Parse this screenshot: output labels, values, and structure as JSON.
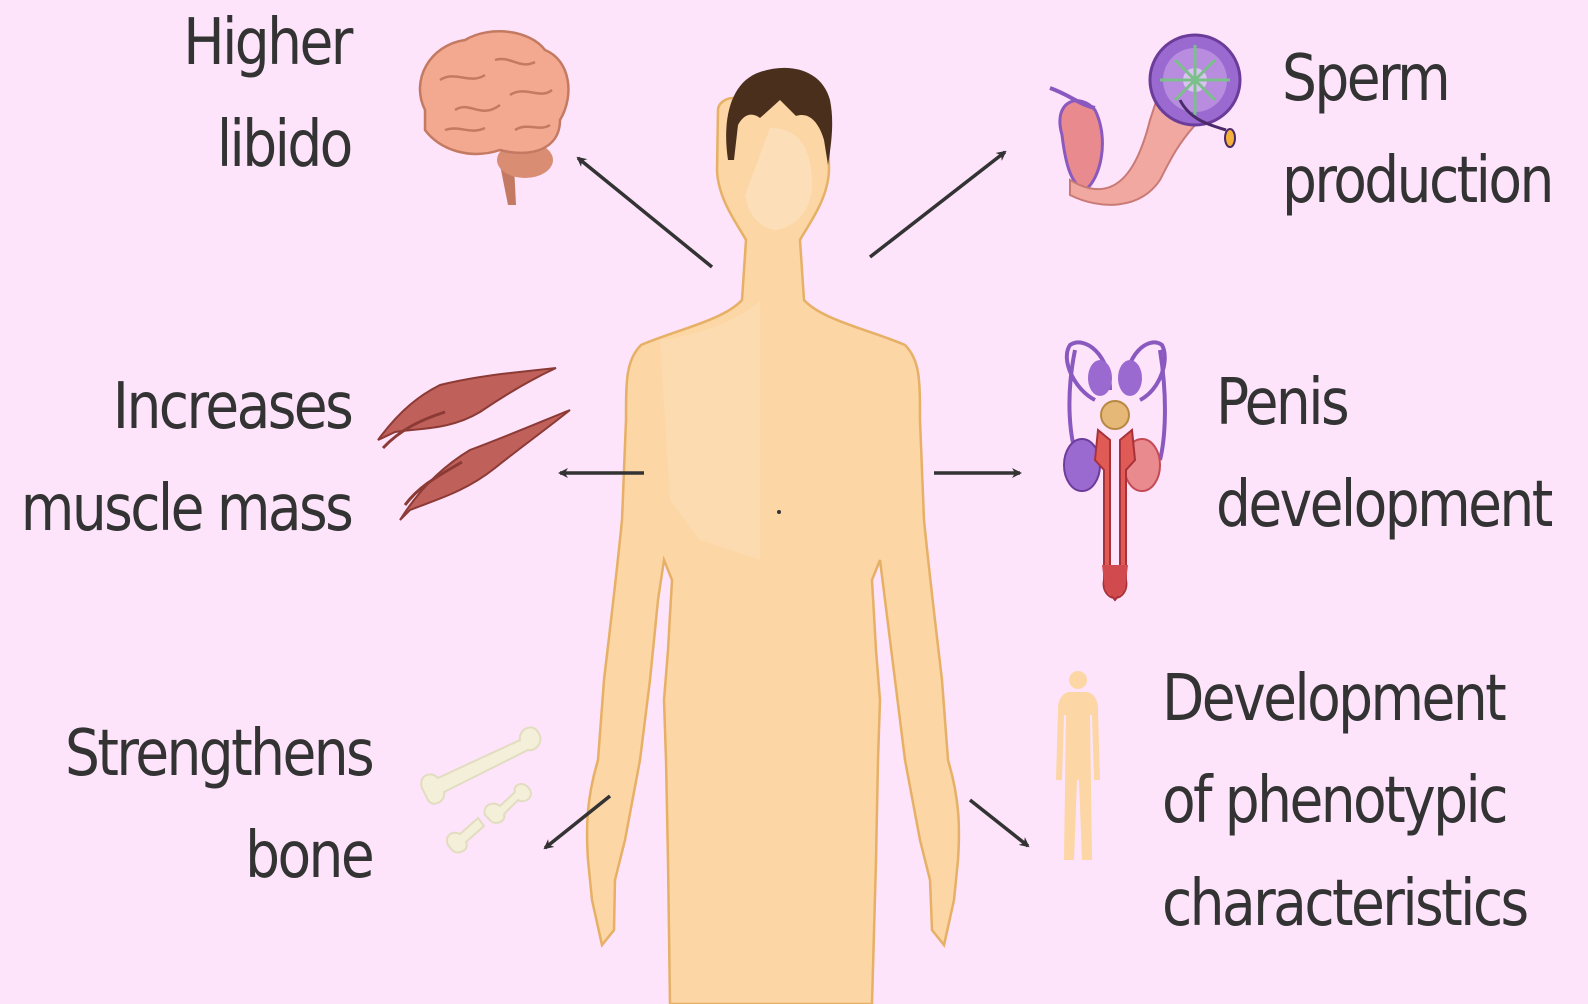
{
  "labels": {
    "higher_libido": [
      "Higher",
      "libido"
    ],
    "increases_muscle_mass": [
      "Increases",
      "muscle mass"
    ],
    "strengthens_bone": [
      "Strengthens",
      "bone"
    ],
    "sperm_production": [
      "Sperm",
      "production"
    ],
    "penis_development": [
      "Penis",
      "development"
    ],
    "phenotypic_characteristics": [
      "Development",
      "of phenotypic",
      "characteristics"
    ]
  },
  "colors": {
    "background": "#fde4fb",
    "skin": "#fcd6a4",
    "skin_outline": "#e6b066",
    "hair": "#4a2f1d",
    "text": "#333333",
    "arrow": "#333333",
    "brain": "#f2a98f",
    "muscle": "#c0605a",
    "bone": "#f4efd9",
    "testis": "#8a59c0"
  }
}
